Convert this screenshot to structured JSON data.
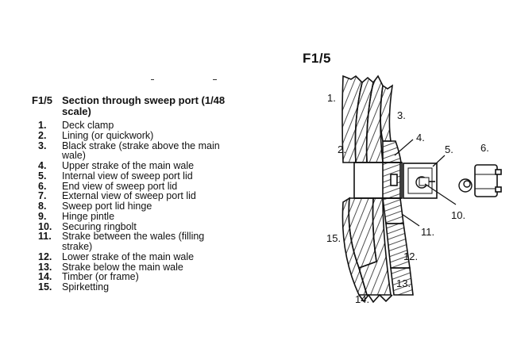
{
  "figure": {
    "id": "F1/5",
    "heading": "Section through sweep port (1/48 scale)"
  },
  "legend": [
    {
      "num": "1.",
      "text": "Deck clamp"
    },
    {
      "num": "2.",
      "text": "Lining (or quickwork)"
    },
    {
      "num": "3.",
      "text": "Black strake (strake above the main wale)"
    },
    {
      "num": "4.",
      "text": "Upper strake of the main wale"
    },
    {
      "num": "5.",
      "text": "Internal view of sweep port lid"
    },
    {
      "num": "6.",
      "text": "End view of sweep port lid"
    },
    {
      "num": "7.",
      "text": "External view of sweep port lid"
    },
    {
      "num": "8.",
      "text": "Sweep port lid hinge"
    },
    {
      "num": "9.",
      "text": "Hinge pintle"
    },
    {
      "num": "10.",
      "text": "Securing ringbolt"
    },
    {
      "num": "11.",
      "text": "Strake between the wales (filling strake)"
    },
    {
      "num": "12.",
      "text": "Lower strake of the main wale"
    },
    {
      "num": "13.",
      "text": "Strake below the main wale"
    },
    {
      "num": "14.",
      "text": "Timber (or frame)"
    },
    {
      "num": "15.",
      "text": "Spirketting"
    }
  ],
  "callouts": [
    "1.",
    "2.",
    "3.",
    "4.",
    "5.",
    "6.",
    "10.",
    "11.",
    "12.",
    "13.",
    "14.",
    "15."
  ]
}
